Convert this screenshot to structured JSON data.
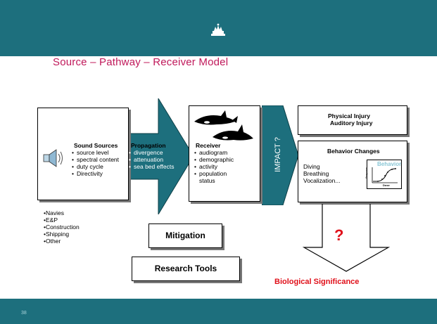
{
  "slide": {
    "number": "38"
  },
  "title": "Source – Pathway – Receiver Model",
  "sources": {
    "heading": "Sound Sources",
    "items": [
      "source level",
      "spectral content",
      "duty cycle",
      "Directivity"
    ],
    "industry": [
      "•Navies",
      "•E&P",
      "•Construction",
      "•Shipping",
      "•Other"
    ]
  },
  "propagation": {
    "heading": "Propagation",
    "items": [
      "divergence",
      "attenuation",
      "sea bed effects"
    ]
  },
  "receiver": {
    "heading": "Receiver",
    "items": [
      "audiogram",
      "demographic",
      "activity",
      "population"
    ],
    "continuation": "status"
  },
  "impact": {
    "label": "IMPACT ?"
  },
  "physical": {
    "line1": "Physical Injury",
    "line2": "Auditory Injury"
  },
  "behavior": {
    "heading": "Behavior Changes",
    "items": [
      "Diving",
      "Breathing",
      "Vocalization..."
    ],
    "mini_chart": {
      "title": "Behavior",
      "ylabel": "Response",
      "xlabel": "Dose"
    }
  },
  "mitigation": "Mitigation",
  "research_tools": "Research Tools",
  "question": "?",
  "significance": "Biological Significance",
  "colors": {
    "band": "#1d6f7d",
    "title": "#c0185a",
    "arrow": "#1d6f7d",
    "alert": "#e0101a"
  }
}
